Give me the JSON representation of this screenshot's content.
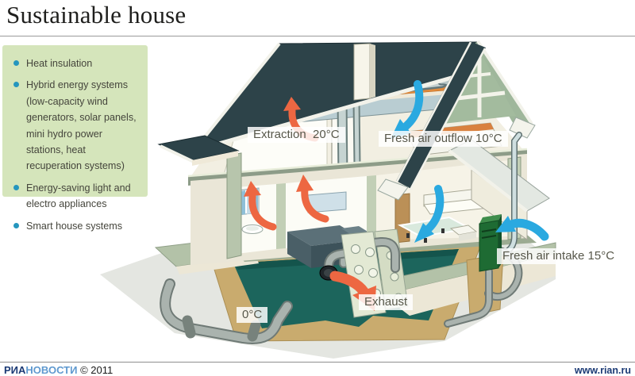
{
  "title": "Sustainable house",
  "sidebar": {
    "items": [
      "Heat insulation",
      "Hybrid energy systems (low-capacity  wind generators, solar panels, mini hydro power stations, heat recuperation systems)",
      "Energy-saving light and electro appliances",
      "Smart house systems"
    ]
  },
  "diagram": {
    "labels": {
      "extraction": "Extraction  20°C",
      "outflow": "Fresh air outflow 10°C",
      "intake": "Fresh air intake 15°C",
      "exhaust": "Exhaust",
      "ground_temperature": "0°C"
    },
    "colors": {
      "roof": "#2d4349",
      "warm_air_arrow": "#ed6742",
      "cool_air_arrow": "#2aa9e0",
      "insulation_strip": "#e08a3c",
      "ground_water": "#1c655c",
      "earth": "#c9ab6e",
      "intake_unit_green": "#1e6b33",
      "sidebar_background": "#d5e5bb",
      "bullet_blue": "#2596be"
    }
  },
  "footer": {
    "agency_ria": "РИА",
    "agency_novosti": "НОВОСТИ",
    "copyright": "© 2011",
    "website": "www.rian.ru"
  }
}
